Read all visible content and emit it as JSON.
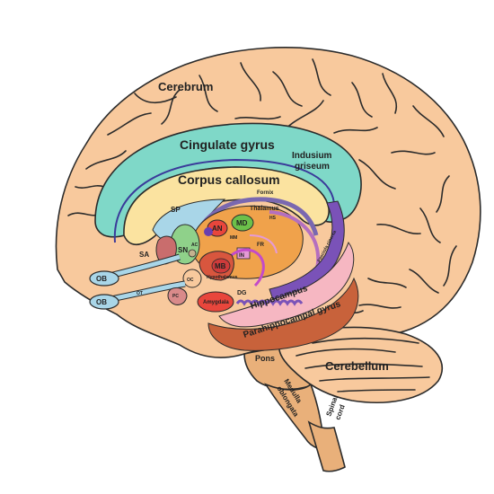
{
  "labels": {
    "cerebrum": "Cerebrum",
    "cingulate_gyrus": "Cingulate gyrus",
    "indusium_line1": "Indusium",
    "indusium_line2": "griseum",
    "corpus_callosum": "Corpus callosum",
    "fornix": "Fornix",
    "thalamus": "Thalamus",
    "sp": "SP",
    "an": "AN",
    "md": "MD",
    "sa": "SA",
    "sn": "SN",
    "ac": "AC",
    "mb": "MB",
    "hypothalamus": "Hypothalamus",
    "ob_upper": "OB",
    "ob_lower": "OB",
    "ot": "OT",
    "oc": "OC",
    "pc": "PC",
    "amygdala": "Amygdala",
    "in": "IN",
    "fr": "FR",
    "hs": "HS",
    "mm": "MM",
    "dg": "DG",
    "hippocampus": "Hippocampus",
    "parahippocampal_gyrus": "Parahippocampal gyrus",
    "fasciola": "Fasciola cinerea",
    "pons": "Pons",
    "medulla_line1": "Medulla",
    "medulla_line2": "oblongata",
    "spinal_line1": "Spinal",
    "spinal_line2": "cord",
    "cerebellum": "Cerebellum"
  },
  "colors": {
    "cortex": "#f8c99d",
    "outline": "#2b2b2b",
    "cingulate": "#7fd8c8",
    "corpus_callosum": "#fbe3a0",
    "septal": "#a9d6e8",
    "fornix": "#7a68b0",
    "thalamus": "#f0a24b",
    "anterior_nucleus": "#e8463c",
    "mediodorsal": "#6cc04a",
    "mammillary": "#cf3b3b",
    "olfactory": "#a9d6e8",
    "amygdala": "#e8463c",
    "hippocampus": "#f6b7c2",
    "dentate": "#7a52b8",
    "parahippocampal": "#c8623b",
    "brainstem": "#e9b07a"
  }
}
